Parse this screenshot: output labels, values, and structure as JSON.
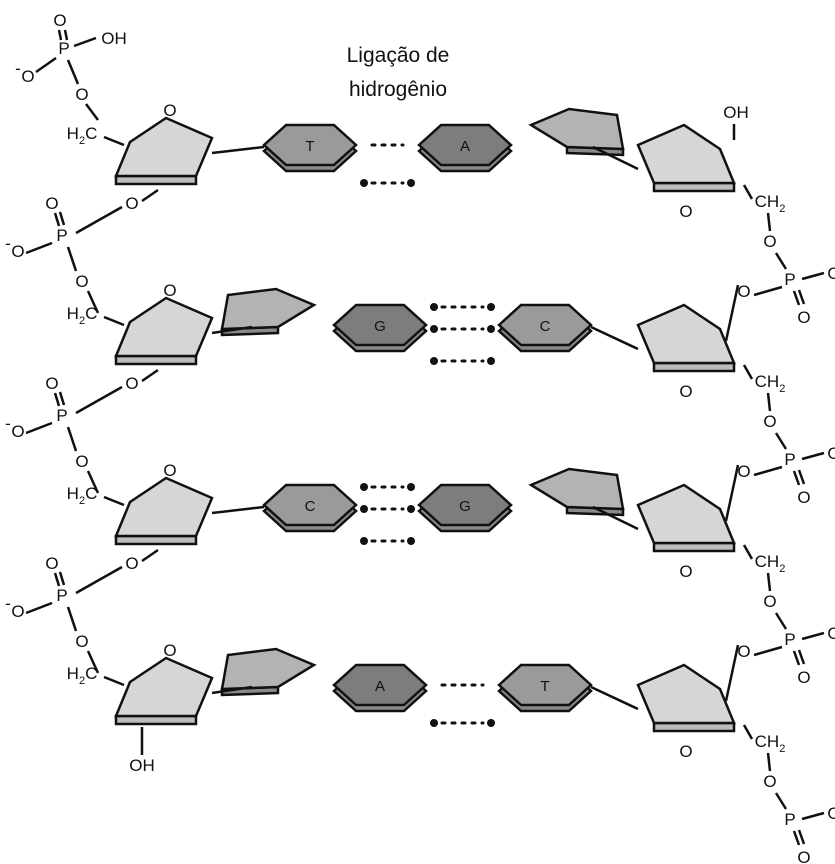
{
  "title": {
    "line1": "Ligação de",
    "line2": "hidrogênio"
  },
  "atoms": {
    "oxygen": "O",
    "phosphorus": "P",
    "hydroxyl": "OH",
    "h2c": "H",
    "ch2": "CH",
    "sub2": "2",
    "minus": "-"
  },
  "pairs": [
    {
      "left": "T",
      "right": "A",
      "bonds": 2
    },
    {
      "left": "G",
      "right": "C",
      "bonds": 3
    },
    {
      "left": "C",
      "right": "G",
      "bonds": 3
    },
    {
      "left": "A",
      "right": "T",
      "bonds": 2
    }
  ],
  "colors": {
    "sugar": "#d6d6d6",
    "pyrimidine": "#9a9a9a",
    "purine_front": "#7d7d7d",
    "purine_back": "#b3b3b3",
    "ink": "#111111"
  }
}
